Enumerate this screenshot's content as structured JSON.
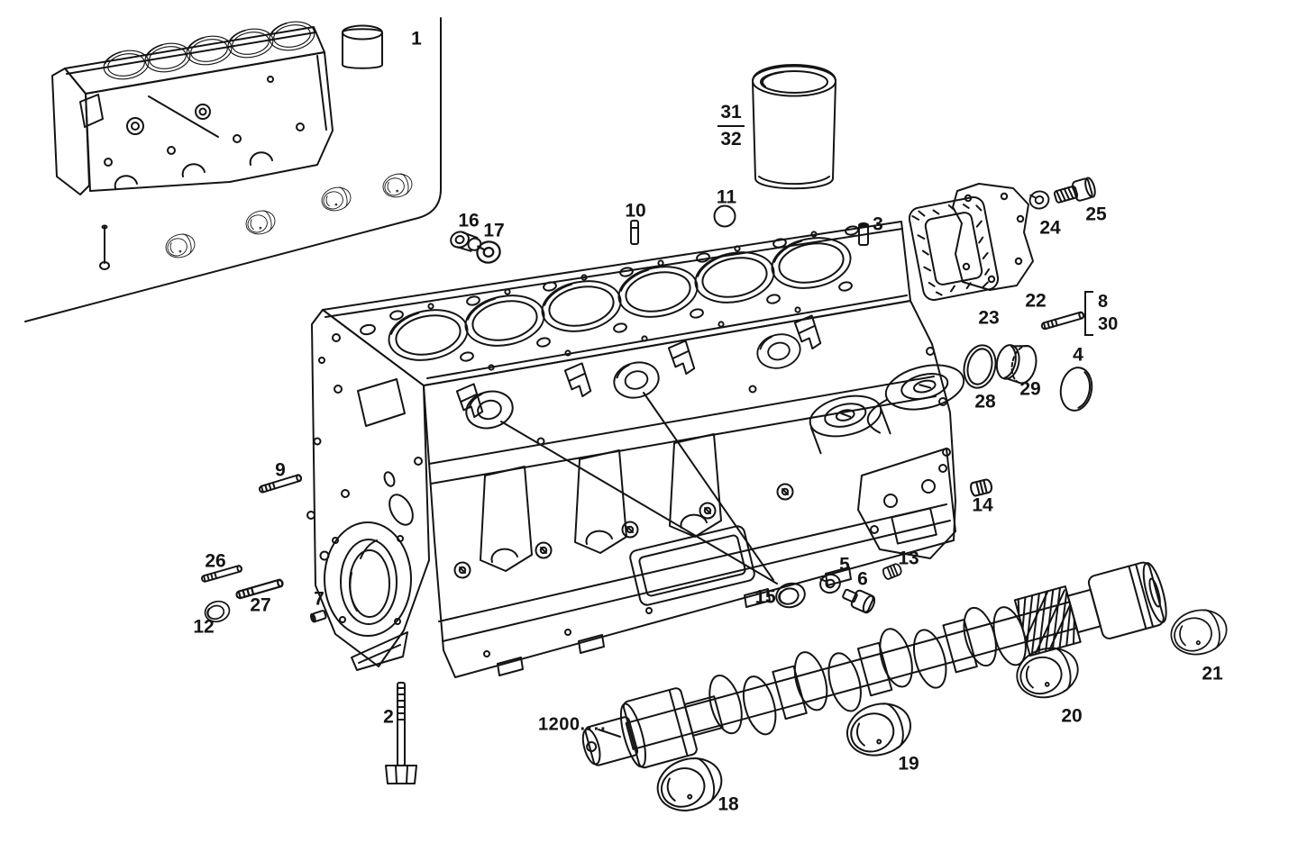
{
  "figure": {
    "kind": "exploded-parts-diagram",
    "subject": "engine cylinder block, crankcase plugs and camshaft",
    "style": "monochrome technical line art"
  },
  "colors": {
    "background": "#ffffff",
    "line": "#141414"
  },
  "callouts": [
    {
      "label": "1"
    },
    {
      "label": "16"
    },
    {
      "label": "17"
    },
    {
      "label": "10"
    },
    {
      "label": "11"
    },
    {
      "label": "3"
    },
    {
      "label": "23"
    },
    {
      "label": "22"
    },
    {
      "label": "24"
    },
    {
      "label": "25"
    },
    {
      "label": "28"
    },
    {
      "label": "29"
    },
    {
      "label": "4"
    },
    {
      "label": "9"
    },
    {
      "label": "14"
    },
    {
      "label": "26"
    },
    {
      "label": "27"
    },
    {
      "label": "12"
    },
    {
      "label": "7"
    },
    {
      "label": "15"
    },
    {
      "label": "5"
    },
    {
      "label": "6"
    },
    {
      "label": "13"
    },
    {
      "label": "2"
    },
    {
      "label": "18"
    },
    {
      "label": "19"
    },
    {
      "label": "20"
    },
    {
      "label": "21"
    }
  ],
  "fraction": {
    "numerator": "31",
    "denominator": "32"
  },
  "bracket_group": {
    "first": "8",
    "second": "30"
  },
  "serial_range": {
    "value": "1200",
    "ellipsis": "...."
  }
}
